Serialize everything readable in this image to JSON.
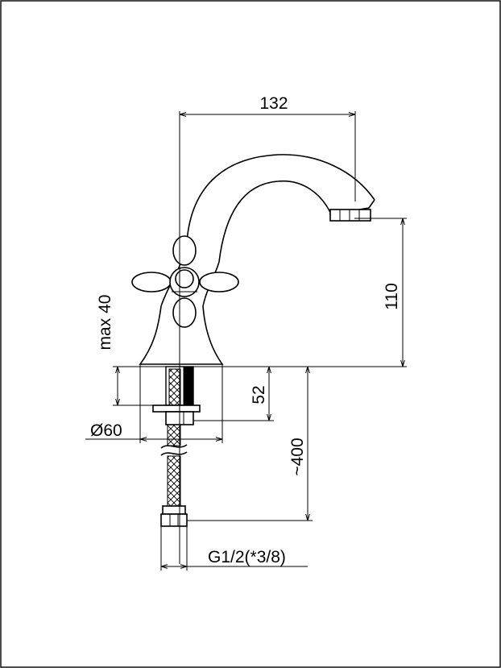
{
  "dimensions": {
    "spout_reach": "132",
    "spout_height": "110",
    "max_deck_thickness": "max 40",
    "shank_length": "52",
    "base_diameter": "Ø60",
    "hose_length": "~400",
    "connection_thread": "G1/2(*3/8)"
  }
}
